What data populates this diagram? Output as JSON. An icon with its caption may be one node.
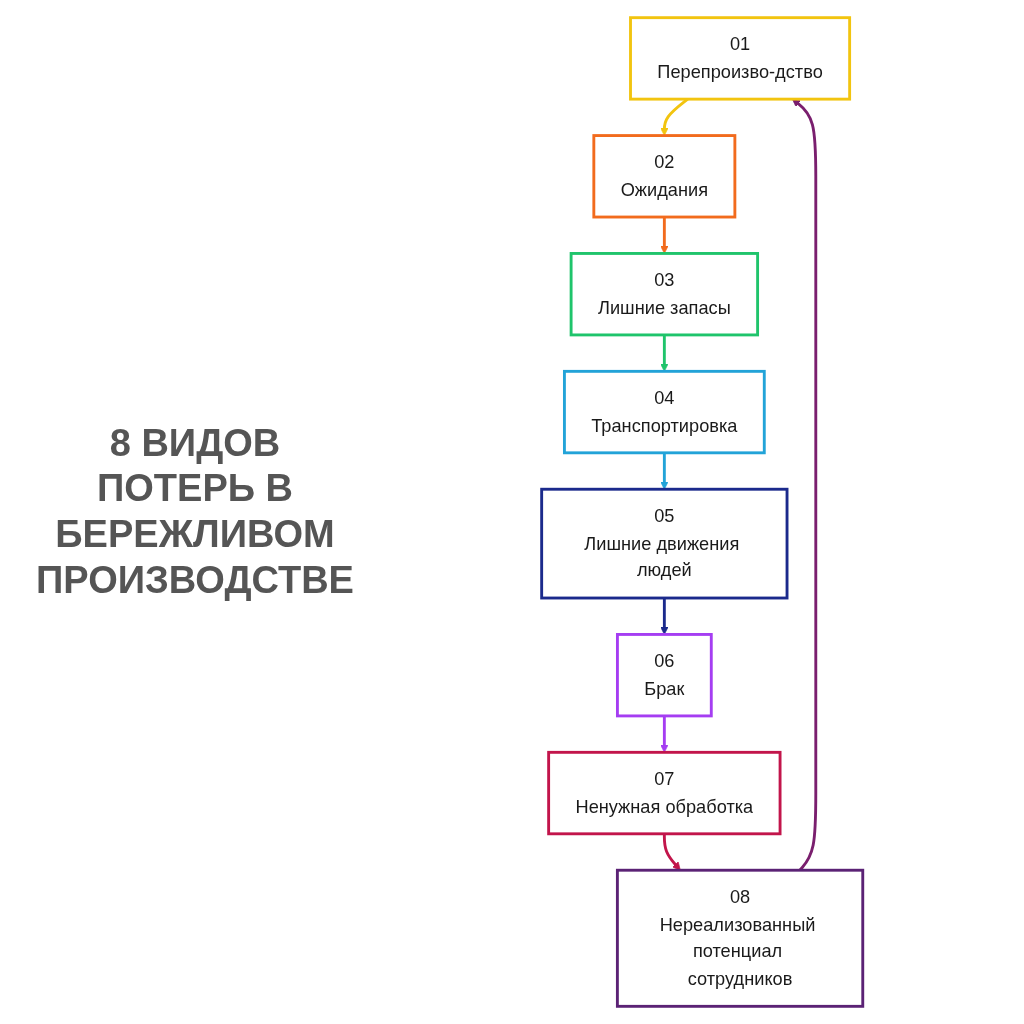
{
  "diagram": {
    "title": "8 ВИДОВ ПОТЕРЬ В БЕРЕЖЛИВОМ ПРОИЗВОДСТВЕ",
    "nodes": [
      {
        "text": [
          "01",
          "Перепроизво-дство"
        ]
      },
      {
        "text": [
          "02",
          "Ожидания"
        ]
      },
      {
        "text": [
          "03",
          "Лишние запасы"
        ]
      },
      {
        "text": [
          "04",
          "Транспортировка"
        ]
      },
      {
        "text": [
          "05",
          "Лишние движения людей"
        ]
      },
      {
        "text": [
          "06",
          "Брак"
        ]
      },
      {
        "text": [
          "07",
          "Ненужная обработка"
        ]
      },
      {
        "text": [
          "08",
          "Нереализованный потенциал сотрудников"
        ]
      }
    ],
    "edges": [
      {
        "from": 0,
        "to": 1,
        "arrow": "to",
        "color": "#f2c40f"
      },
      {
        "from": 1,
        "to": 2,
        "arrow": "to",
        "color": "#f26b1d"
      },
      {
        "from": 2,
        "to": 3,
        "arrow": "to",
        "color": "#1fc46b"
      },
      {
        "from": 3,
        "to": 4,
        "arrow": "to",
        "color": "#22a3d8"
      },
      {
        "from": 4,
        "to": 5,
        "arrow": "to",
        "color": "#1b2a8c"
      },
      {
        "from": 5,
        "to": 6,
        "arrow": "to",
        "color": "#a53df2"
      },
      {
        "from": 6,
        "to": 7,
        "arrow": "to",
        "color": "#c2154b"
      },
      {
        "from": 7,
        "to": 0,
        "arrow": "to",
        "color": "#7a1f6e"
      }
    ]
  }
}
